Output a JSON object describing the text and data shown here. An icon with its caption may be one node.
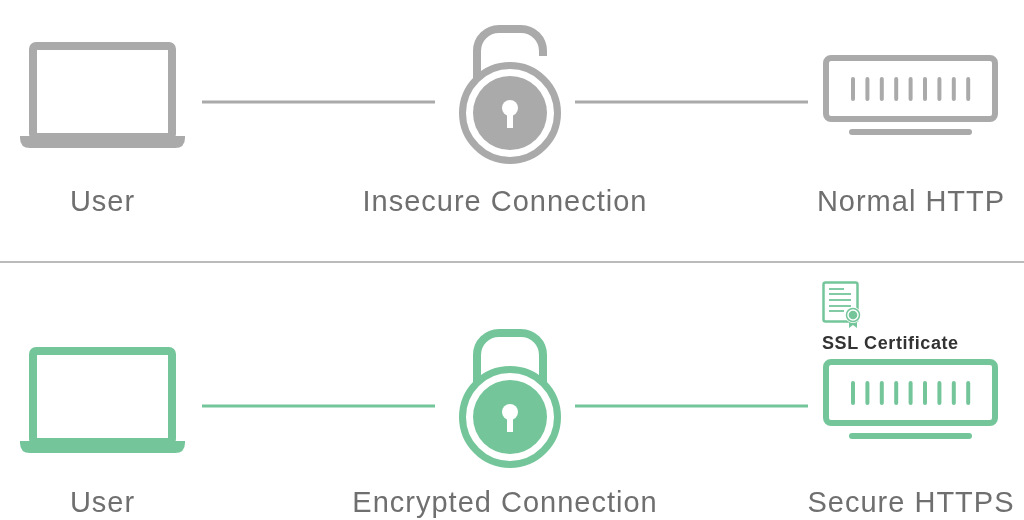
{
  "diagram": {
    "nodes": [
      {
        "text": [
          "User"
        ]
      },
      {
        "text": [
          "Insecure Connection"
        ]
      },
      {
        "text": [
          "Normal HTTP"
        ]
      },
      {
        "text": [
          "User"
        ]
      },
      {
        "text": [
          "Encrypted Connection"
        ]
      },
      {
        "text": [
          "Secure HTTPS"
        ],
        "beside": [
          "SSL Certificate"
        ]
      }
    ],
    "edges": [
      {
        "from": 0,
        "to": 1,
        "arrow": "none",
        "color": "#aaaaaa"
      },
      {
        "from": 1,
        "to": 2,
        "arrow": "none",
        "color": "#aaaaaa"
      },
      {
        "from": 3,
        "to": 4,
        "arrow": "none",
        "color": "#74c69a"
      },
      {
        "from": 4,
        "to": 5,
        "arrow": "none",
        "color": "#74c69a"
      }
    ]
  }
}
